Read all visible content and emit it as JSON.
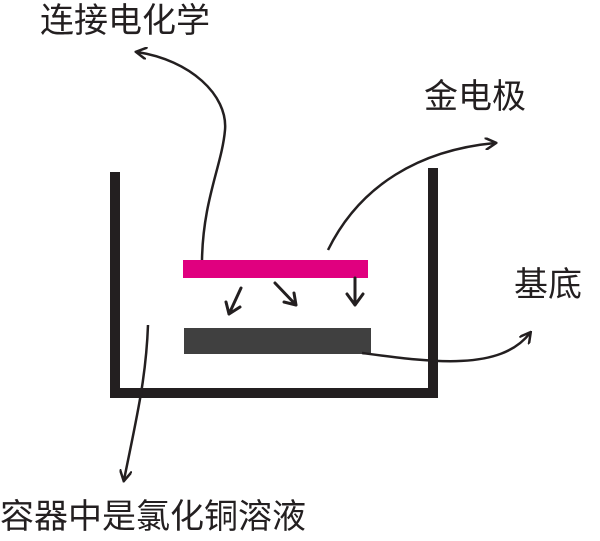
{
  "labels": {
    "connect": "连接电化学",
    "gold_electrode": "金电极",
    "substrate": "基底",
    "container": "容器中是氯化铜溶液"
  },
  "colors": {
    "gold_electrode": "#e0007f",
    "substrate": "#404040",
    "lines": "#231f20"
  }
}
